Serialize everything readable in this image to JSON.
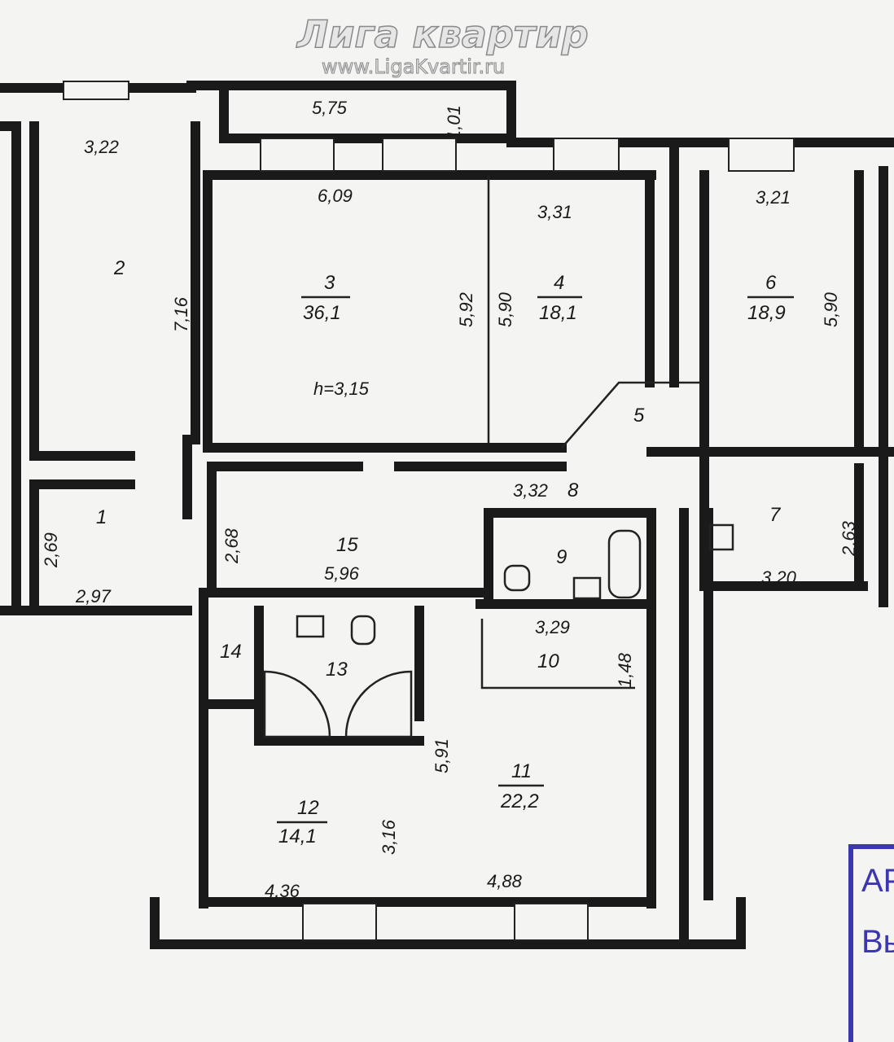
{
  "rooms": {
    "r1": "1",
    "r2": "2",
    "r3": "3",
    "r3_area": "36,1",
    "r4": "4",
    "r4_area": "18,1",
    "r5": "5",
    "r6": "6",
    "r6_area": "18,9",
    "r7": "7",
    "r8": "8",
    "r9": "9",
    "r10": "10",
    "r11": "11",
    "r11_area": "22,2",
    "r12": "12",
    "r12_area": "14,1",
    "r13": "13",
    "r14": "14",
    "r15": "15"
  },
  "dimensions": {
    "d575": "5,75",
    "d101": "1,01",
    "d322": "3,22",
    "d609": "6,09",
    "d331": "3,31",
    "d321": "3,21",
    "d716": "7,16",
    "d592": "5,92",
    "d590a": "5,90",
    "d590b": "5,90",
    "height": "h=3,15",
    "d332": "3,32",
    "d269": "2,69",
    "d268": "2,68",
    "d596": "5,96",
    "d297": "2,97",
    "d329": "3,29",
    "d148": "1,48",
    "d263": "2,63",
    "d320": "3,20",
    "d591": "5,91",
    "d316": "3,16",
    "d436": "4,36",
    "d488": "4,88"
  },
  "watermark": {
    "title": "Лига квартир",
    "url": "www.LigaKvartir.ru"
  },
  "stamp": {
    "line1": "АР",
    "line2": "Вы"
  }
}
